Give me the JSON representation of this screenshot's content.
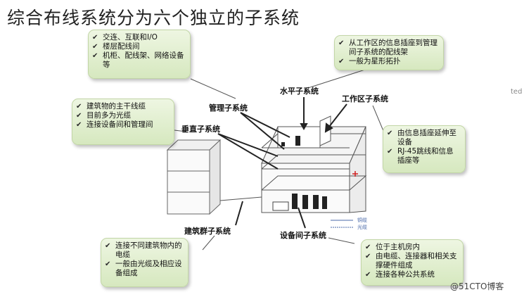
{
  "title": "综合布线系统分为六个独立的子系统",
  "callouts": {
    "management": [
      "交连、互联和I/O",
      "楼层配线间",
      "机柜、配线架、网络设备等"
    ],
    "horizontal": [
      "从工作区的信息插座到管理间子系统的配线架",
      "一般为星形拓扑"
    ],
    "vertical": [
      "建筑物的主干线缆",
      "目前多为光缆",
      "连接设备间和管理间"
    ],
    "workarea": [
      "由信息插座延伸至设备",
      "RJ-45跳线和信息插座等"
    ],
    "campus": [
      "连接不同建筑物内的电缆",
      "一般由光缆及相应设备组成"
    ],
    "equipment": [
      "位于主机房内",
      "由电缆、连接器和相关支撑硬件组成",
      "连接各种公共系统"
    ]
  },
  "labels": {
    "management": "管理子系统",
    "horizontal": "水平子系统",
    "workarea": "工作区子系统",
    "vertical": "垂直子系统",
    "campus": "建筑群子系统",
    "equipment": "设备间子系统"
  },
  "legend": {
    "copper": "铜缆",
    "fiber": "光缆"
  },
  "side_text": "ted",
  "watermark": "@51CTO博客"
}
